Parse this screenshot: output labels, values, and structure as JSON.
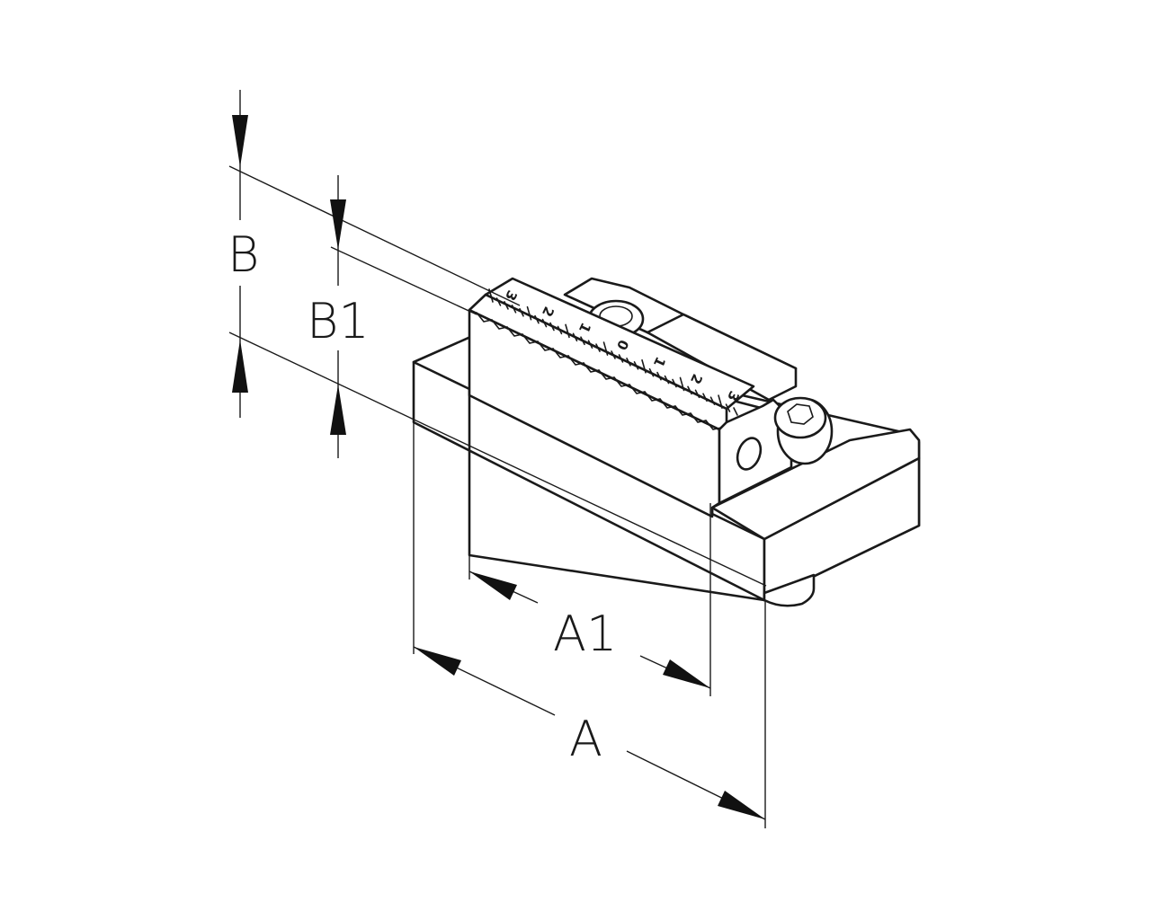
{
  "diagram": {
    "dimension_labels": {
      "a": "A",
      "a1": "A1",
      "b": "B",
      "b1": "B1"
    },
    "scale_numbers": [
      "3",
      "2",
      "1",
      "0",
      "1",
      "2",
      "3"
    ],
    "line_color": "#1a1a1a",
    "background_color": "#ffffff"
  }
}
